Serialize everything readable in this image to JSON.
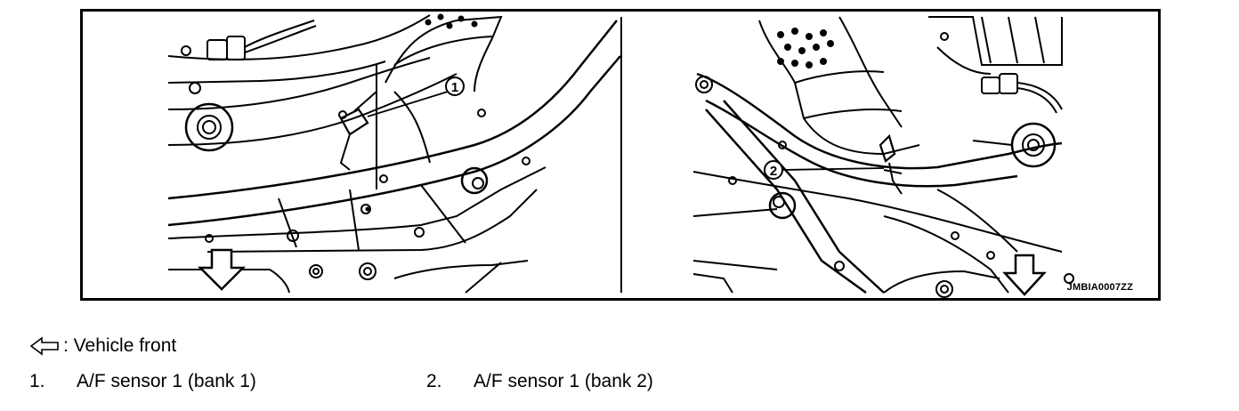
{
  "figure": {
    "code": "JMBIA0007ZZ",
    "callouts": [
      "1",
      "2"
    ]
  },
  "legend": {
    "icon": "arrow-left-outline-icon",
    "text": ": Vehicle front"
  },
  "items": [
    {
      "number": "1.",
      "label": "A/F sensor 1 (bank 1)"
    },
    {
      "number": "2.",
      "label": "A/F sensor 1 (bank 2)"
    }
  ]
}
